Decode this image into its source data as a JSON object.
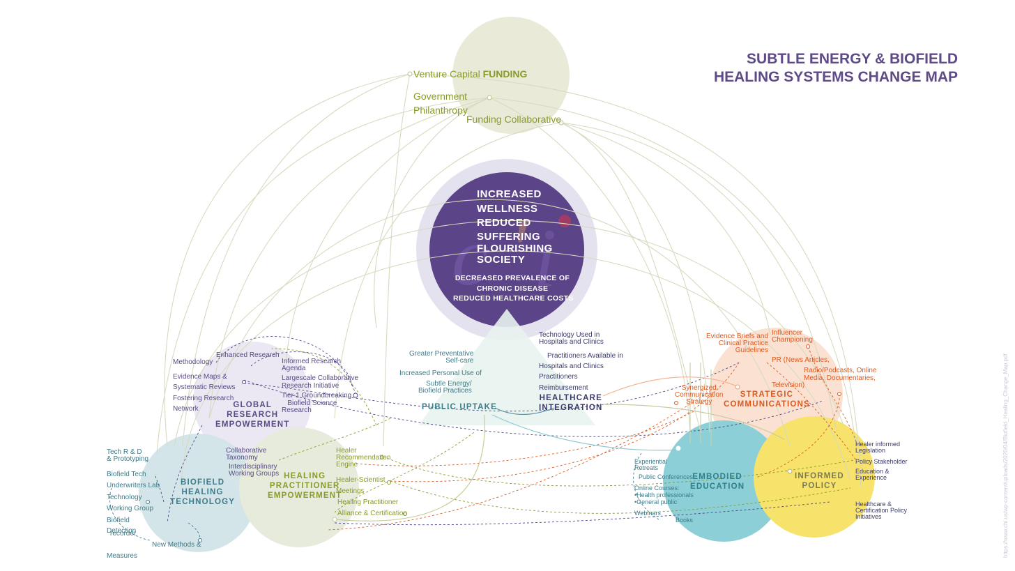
{
  "title": {
    "line1": "SUBTLE ENERGY & BIOFIELD",
    "line2": "HEALING SYSTEMS CHANGE MAP"
  },
  "colors": {
    "title": "#5e4a86",
    "core": "#5c4488",
    "funding": "#8a9a2a",
    "research": "#5a4a85",
    "technology": "#3d7b88",
    "practitioner": "#8a9a2a",
    "communications": "#dc5a20",
    "education": "#2f7f8a",
    "policy": "#7a7a52"
  },
  "core": {
    "outcomes": [
      "INCREASED",
      "WELLNESS",
      "REDUCED",
      "SUFFERING",
      "FLOURISHING",
      "SOCIETY"
    ],
    "sub": [
      "DECREASED PREVALENCE OF",
      "CHRONIC DISEASE",
      "REDUCED HEALTHCARE COSTS"
    ]
  },
  "funding": {
    "vc_prefix": "Venture Capital ",
    "vc_bold": "FUNDING",
    "government": "Government",
    "philanthropy": "Philanthropy",
    "collaborative": "Funding Collaborative"
  },
  "hubs": {
    "research": "GLOBAL\nRESEARCH\nEMPOWERMENT",
    "technology": "BIOFIELD\nHEALING\nTECHNOLOGY",
    "practitioner": "HEALING\nPRACTITIONER\nEMPOWERMENT",
    "public_uptake": "PUBLIC UPTAKE",
    "healthcare": "HEALTHCARE\nINTEGRATION",
    "communications": "STRATEGIC\nCOMMUNICATIONS",
    "education": "EMBODIED\nEDUCATION",
    "policy": "INFORMED\nPOLICY"
  },
  "research_items": {
    "enhanced": "Enhanced Research",
    "methodology": "Methodology",
    "evidence_maps": "Evidence Maps &\nSystematic Reviews",
    "fostering": "Fostering Research\nNetwork",
    "agenda": "Informed Research\nAgenda",
    "collab_initiative": "Largescale Collaborative\nResearch Initiative",
    "tier1": "Tier-1 Groundbreaking\n   Biofield Science\nResearch"
  },
  "tech_items": {
    "rd": "Tech R & D\n& Prototyping",
    "ul": "Biofield Tech\nUnderwriters Lab",
    "working_group": "Technology\nWorking Group",
    "detection": "Biofield\nDetection",
    "recorder": "recorder",
    "new_methods": "New Methods &",
    "measures": "Measures"
  },
  "practitioner_items": {
    "taxonomy": "Collaborative\nTaxonomy",
    "interdisciplinary": "Interdisciplinary\nWorking Groups",
    "recommendation": "Healer\nRecommendation\nEngine",
    "scientist": "Healer-Scientist\nMeetings",
    "alliance": "Healing Practitioner\nAlliance & Certification"
  },
  "uptake_items": {
    "selfcare": "Greater Preventative\nSelf-care",
    "personal_use": "Increased Personal Use of",
    "practices": "Subtle Energy/\nBiofield Practices"
  },
  "healthcare_items": {
    "technology_used": "Technology Used in\nHospitals and Clinics",
    "practitioners_available": "Practitioners Available in\nHospitals and Clinics",
    "practitioners": "Practitioners",
    "reimbursement": "Reimbursement"
  },
  "comms_items": {
    "evidence_briefs": "Evidence Briefs and\nClinical Practice\nGuidelines",
    "influencer": "Influencer\nChampioning",
    "pr": "PR (News Articles,",
    "radio": "Radio/Podcasts, Online\nMedia, Documentaries,",
    "television": "Television)",
    "synergized": "Synergized\nCommunication\nStrategy"
  },
  "education_items": {
    "retreats": "Experiential\nRetreats",
    "conferences": "Public Conferences",
    "online": "Online Courses:\n•Health professionals\n•General public",
    "webinars": "Webinars",
    "books": "Books"
  },
  "policy_items": {
    "legislation": "Healer informed\nLegislation",
    "stakeholder": "Policy Stakeholder",
    "education_experience": "Education &\nExperience",
    "certification": "Healthcare &\nCertification Policy\nInitiatives"
  },
  "source": "https://www.chi.us/wp-content/uploads/2020/04/Biofield_Healing_Change_Map.pdf"
}
